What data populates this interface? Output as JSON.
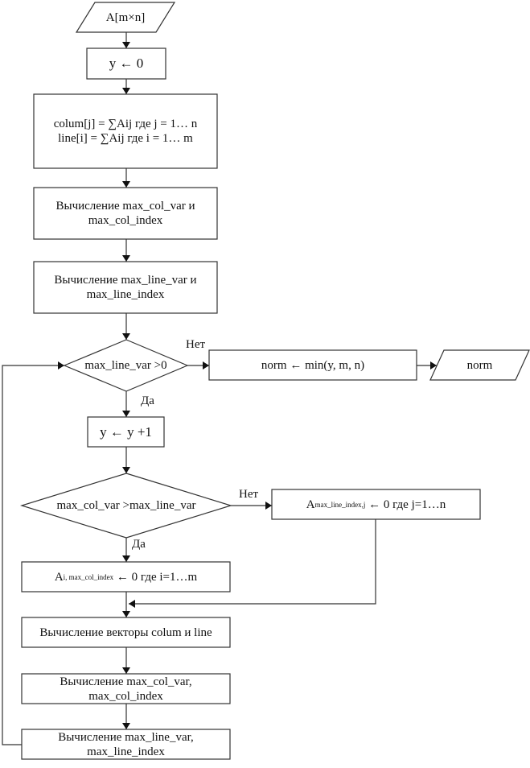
{
  "flowchart": {
    "input": {
      "text": "A[m×n]"
    },
    "init_y": {
      "text": "y ← 0"
    },
    "sums": {
      "line1": "colum[j] = ∑Aij где j = 1… n",
      "line2": "line[i] = ∑Aij где i = 1… m"
    },
    "calc_col": {
      "line1": "Вычисление max_col_var и",
      "line2": "max_col_index"
    },
    "calc_line": {
      "line1": "Вычисление max_line_var и",
      "line2": "max_line_index"
    },
    "cond1": {
      "text": "max_line_var >0",
      "no": "Нет",
      "yes": "Да"
    },
    "norm_calc": {
      "text": "norm ← min(y, m, n)"
    },
    "output": {
      "text": "norm"
    },
    "inc_y": {
      "text": "y ← y +1"
    },
    "cond2": {
      "text": "max_col_var >max_line_var",
      "no": "Нет",
      "yes": "Да"
    },
    "zero_row": {
      "base": "A",
      "sub": "max_line_index,j",
      "rest": " ← 0 где j=1…n"
    },
    "zero_col": {
      "base": "A",
      "sub": "i, max_col_index",
      "rest": " ← 0 где i=1…m"
    },
    "recalc_vectors": {
      "text": "Вычисление векторы colum и line"
    },
    "recalc_col": {
      "line1": "Вычисление max_col_var,",
      "line2": "max_col_index"
    },
    "recalc_line": {
      "line1": "Вычисление max_line_var,",
      "line2": "max_line_index"
    }
  }
}
